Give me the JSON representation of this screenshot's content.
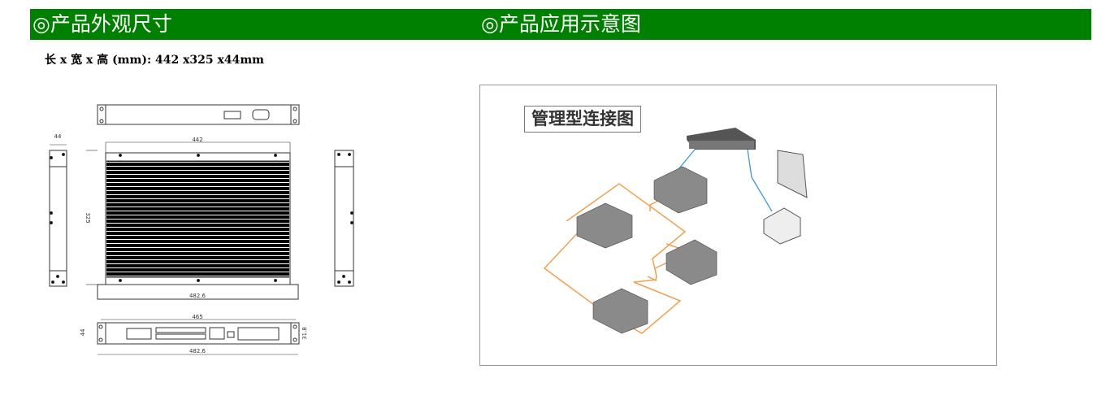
{
  "sections": {
    "dimensions_heading": "◎产品外观尺寸",
    "application_heading": "◎产品应用示意图"
  },
  "dimensions_text": "长 x 宽 x 高 (mm): 442 x325 x44mm",
  "drawing_labels": {
    "side_height": "44",
    "top_width": "442",
    "depth": "325",
    "rack_width": "482.6",
    "front_width": "465",
    "front_height": "44",
    "front_unit_height": "31.8",
    "front_rack_width": "482.6"
  },
  "diagram": {
    "title": "管理型连接图"
  },
  "colors": {
    "header_bg": "#008000",
    "ring_line": "#f0a050",
    "link_line": "#3a9ad9"
  }
}
